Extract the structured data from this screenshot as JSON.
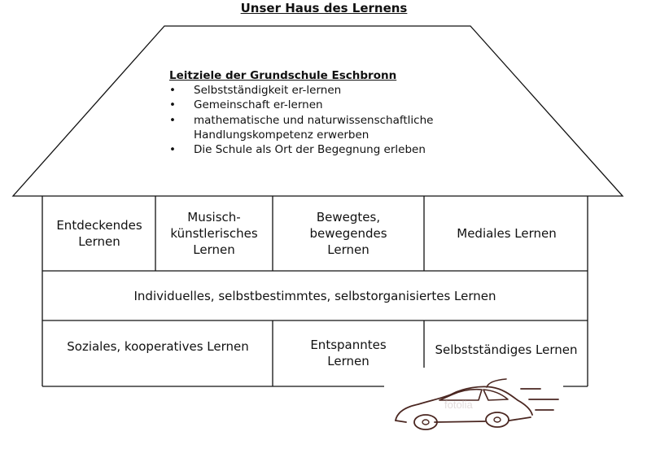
{
  "title": "Unser Haus des Lernens",
  "roof": {
    "heading": "Leitziele der Grundschule Eschbronn",
    "goals": [
      "Selbstständigkeit er-lernen",
      "Gemeinschaft er-lernen",
      "mathematische und naturwissenschaftliche Handlungskompetenz erwerben",
      "Die Schule als Ort der Begegnung erleben"
    ]
  },
  "row1": [
    "Entdeckendes Lernen",
    "Musisch-künstlerisches Lernen",
    "Bewegtes, bewegendes Lernen",
    "Mediales Lernen"
  ],
  "row2": "Individuelles, selbstbestimmtes, selbstorganisiertes Lernen",
  "row3": [
    "Soziales, kooperatives Lernen",
    "Entspanntes Lernen",
    "Selbstständiges Lernen"
  ],
  "car_image": {
    "icon": "car-icon",
    "watermark": "fotolia",
    "stroke_color": "#4a2620"
  }
}
